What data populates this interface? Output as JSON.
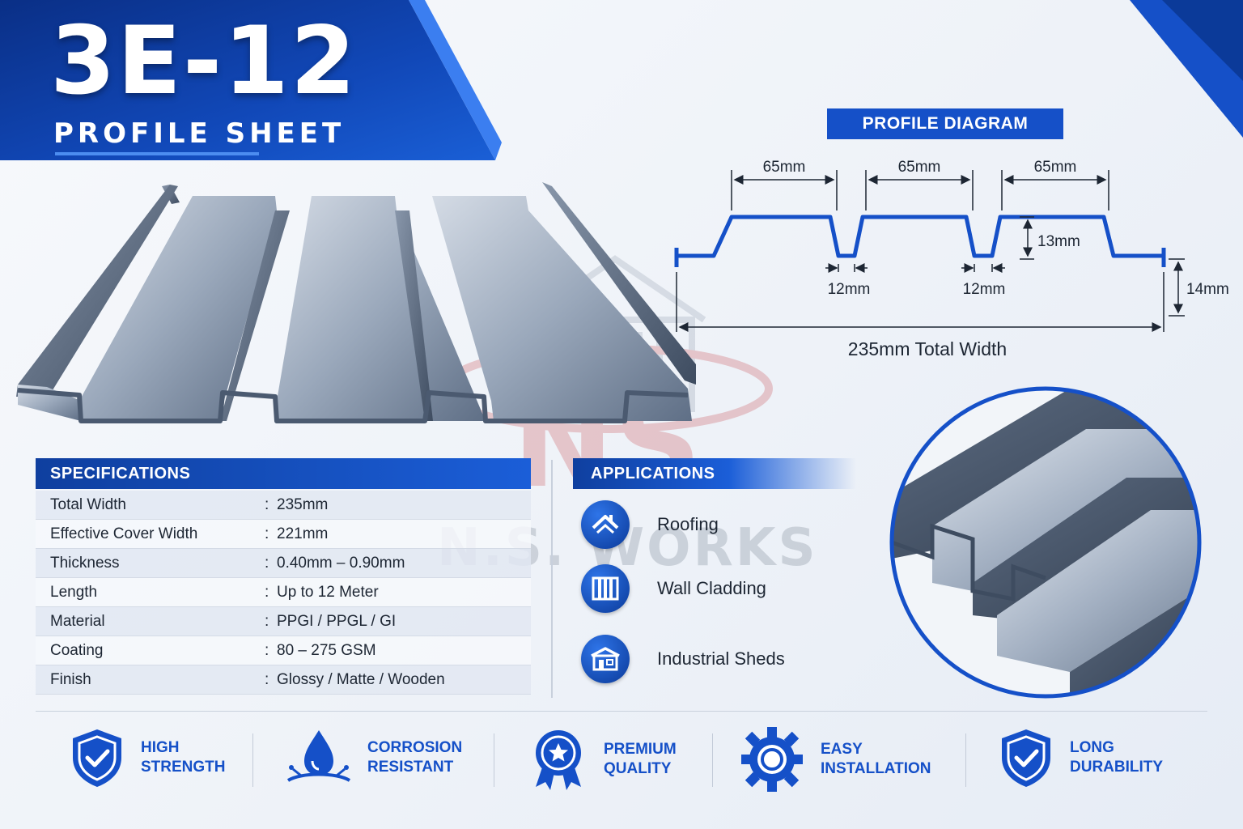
{
  "title": "3E-12",
  "subtitle": "PROFILE SHEET",
  "diagram": {
    "heading": "PROFILE DIAGRAM",
    "rib_spacing_1": "65mm",
    "rib_spacing_2": "65mm",
    "rib_spacing_3": "65mm",
    "rib_height": "13mm",
    "rib_bottom_1": "12mm",
    "rib_bottom_2": "12mm",
    "edge_height": "14mm",
    "total_width": "235mm Total Width"
  },
  "watermark": {
    "mark": "NS",
    "text": "N.S. WORKS"
  },
  "specifications": {
    "heading": "SPECIFICATIONS",
    "rows": [
      {
        "label": "Total Width",
        "value": "235mm"
      },
      {
        "label": "Effective Cover Width",
        "value": "221mm"
      },
      {
        "label": "Thickness",
        "value": "0.40mm – 0.90mm"
      },
      {
        "label": "Length",
        "value": "Up to 12 Meter"
      },
      {
        "label": "Material",
        "value": "PPGI / PPGL / GI"
      },
      {
        "label": "Coating",
        "value": "80 – 275 GSM"
      },
      {
        "label": "Finish",
        "value": "Glossy / Matte / Wooden"
      }
    ]
  },
  "applications": {
    "heading": "APPLICATIONS",
    "items": [
      {
        "label": "Roofing",
        "icon": "roof-icon"
      },
      {
        "label": "Wall Cladding",
        "icon": "wall-cladding-icon"
      },
      {
        "label": "Industrial Sheds",
        "icon": "industrial-shed-icon"
      }
    ]
  },
  "features": [
    {
      "line1": "HIGH",
      "line2": "STRENGTH",
      "icon": "shield-check-icon"
    },
    {
      "line1": "CORROSION",
      "line2": "RESISTANT",
      "icon": "water-drop-icon"
    },
    {
      "line1": "PREMIUM",
      "line2": "QUALITY",
      "icon": "star-badge-icon"
    },
    {
      "line1": "EASY",
      "line2": "INSTALLATION",
      "icon": "gear-icon"
    },
    {
      "line1": "LONG",
      "line2": "DURABILITY",
      "icon": "shield-check-icon"
    }
  ],
  "colors": {
    "brand_blue": "#1550c8",
    "dark_blue": "#0b3a99",
    "accent_blue": "#4c8df0"
  }
}
